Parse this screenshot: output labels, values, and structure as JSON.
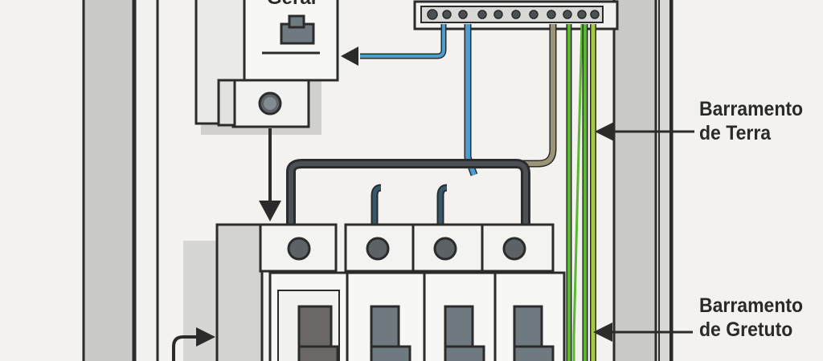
{
  "diagram": {
    "breaker_label": "Geral",
    "labels": {
      "earth_bus_line1": "Barramento",
      "earth_bus_line2": "de Terra",
      "neutral_bus_line1": "Barramento",
      "neutral_bus_line2": "de Gretuto"
    }
  },
  "colors": {
    "background": "#f3f2ef",
    "panel_gray": "#c9c9c8",
    "outline": "#2b2b2b",
    "toggle": "#6f7a80",
    "blue_wire": "#4a9fd0",
    "tan_wire": "#9b9477",
    "green_wire": "#5bb833",
    "yellow_green_wire": "#a7cc3a",
    "dark_wire": "#2f3438"
  }
}
